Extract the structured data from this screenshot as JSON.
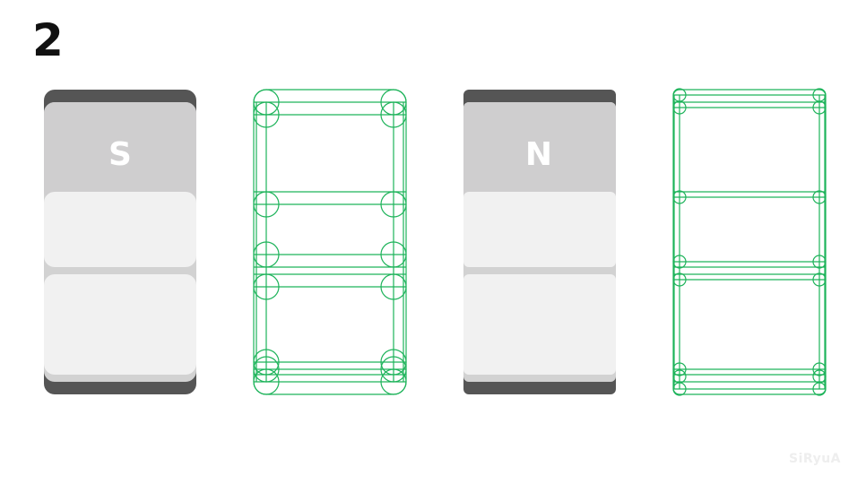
{
  "page": {
    "number": "2",
    "watermark": "SiRyuA"
  },
  "magnets": [
    {
      "id": "left",
      "pole_label": "S",
      "rounding": "rounded"
    },
    {
      "id": "right",
      "pole_label": "N",
      "rounding": "square"
    }
  ],
  "colors": {
    "shell_dark": "#555555",
    "pole_cap": "#cfcecf",
    "segment_light": "#f1f1f1",
    "seam": "#d2d2d2",
    "wireframe_green": "#1db35a",
    "pole_text": "#ffffff",
    "page_number": "#111111",
    "watermark": "#eeeeee"
  }
}
